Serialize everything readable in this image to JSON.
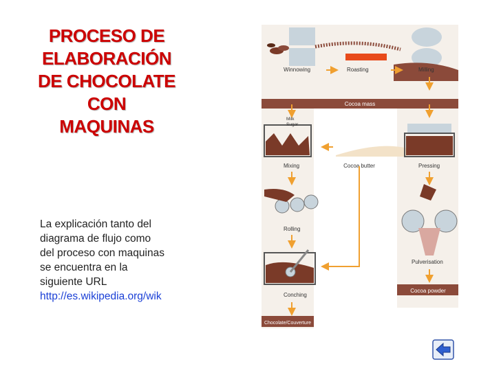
{
  "title": {
    "lines": [
      "PROCESO DE",
      "ELABORACIÓN",
      "DE CHOCOLATE",
      "CON",
      "MAQUINAS"
    ]
  },
  "description": {
    "lines": [
      "La explicación tanto del",
      "diagrama de flujo como",
      "del proceso con maquinas",
      "se encuentra en la",
      "siguiente URL"
    ],
    "url": "http://es.wikipedia.org/wik"
  },
  "diagram": {
    "steps": {
      "winnowing": "Winnowing",
      "roasting": "Roasting",
      "milling": "Milling",
      "cocoa_mass": "Cocoa mass",
      "milk": "Milk",
      "sugar": "Sugar",
      "mixing": "Mixing",
      "cocoa_butter": "Cocoa butter",
      "pressing": "Pressing",
      "rolling": "Rolling",
      "pulverisation": "Pulverisation",
      "conching": "Conching",
      "cocoa_powder": "Cocoa powder",
      "chocolate": "Chocolate/Couverture"
    },
    "colors": {
      "arrow": "#f0a030",
      "label_bar": "#8b4a3a",
      "chocolate": "#7a3a28",
      "panel": "#f5f0ea"
    }
  },
  "nav": {
    "back_icon": "left-arrow-icon"
  }
}
